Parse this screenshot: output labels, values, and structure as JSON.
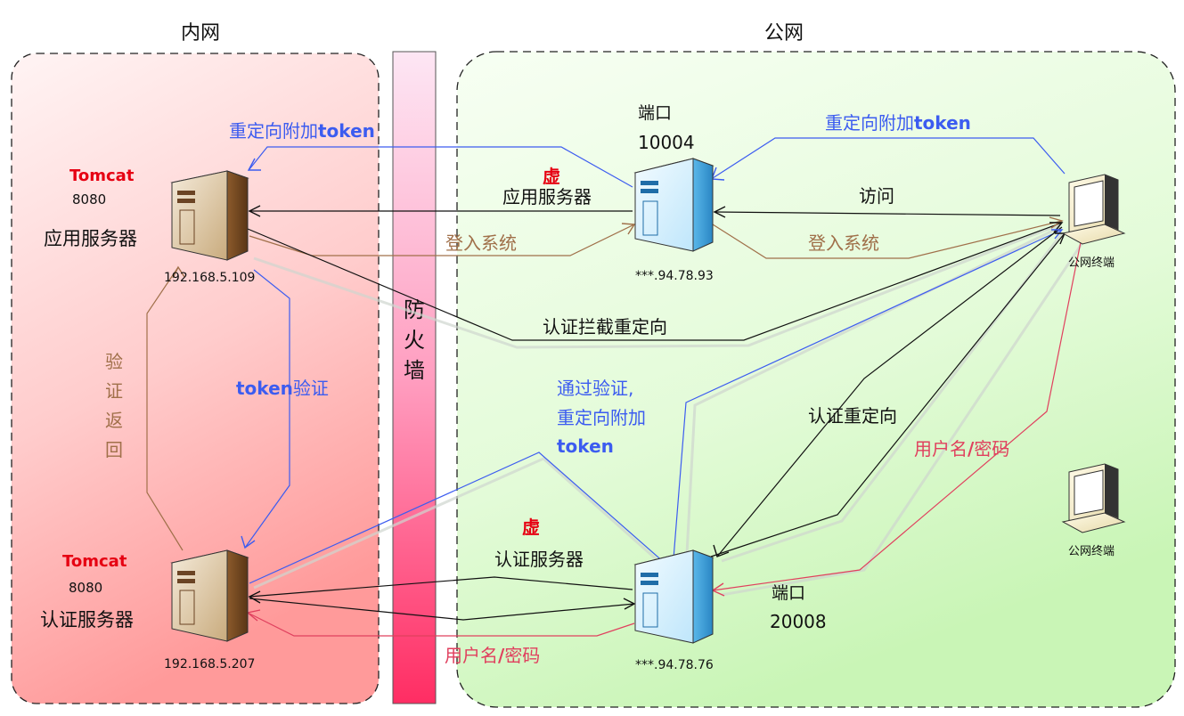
{
  "zones": {
    "internal_title": "内网",
    "public_title": "公网"
  },
  "firewall": {
    "chars": [
      "防",
      "火",
      "墙"
    ]
  },
  "internal": {
    "app_server": {
      "tag": "Tomcat",
      "port": "8080",
      "name": "应用服务器",
      "ip": "192.168.5.109"
    },
    "auth_server": {
      "tag": "Tomcat",
      "port": "8080",
      "name": "认证服务器",
      "ip": "192.168.5.207"
    }
  },
  "public": {
    "virtual_app": {
      "virtual": "虚",
      "name": "应用服务器",
      "port_label": "端口",
      "port": "10004",
      "ip": "***.94.78.93"
    },
    "virtual_auth": {
      "virtual": "虚",
      "name": "认证服务器",
      "port_label": "端口",
      "port": "20008",
      "ip": "***.94.78.76"
    },
    "terminal_1": "公网终端",
    "terminal_2": "公网终端"
  },
  "edge_labels": {
    "redirect_token_left_prefix": "重定向附加",
    "redirect_token_left_suffix": "token",
    "redirect_token_right_prefix": "重定向附加",
    "redirect_token_right_suffix": "token",
    "access": "访问",
    "login_left": "登入系统",
    "login_right": "登入系统",
    "auth_intercept": "认证拦截重定向",
    "auth_redirect": "认证重定向",
    "passed_line1": "通过验证,",
    "passed_line2": "重定向附加",
    "passed_line3": "token",
    "token_verify_prefix": "token",
    "token_verify_suffix": "验证",
    "verify_return": [
      "验",
      "证",
      "返",
      "回"
    ],
    "user_pwd_right": [
      "用户名",
      "/",
      "密码"
    ],
    "user_pwd_bottom": [
      "用户名",
      "/",
      "密码"
    ]
  },
  "colors": {
    "red": "#e60012",
    "blue": "#3c5cf0",
    "brown": "#a0704a",
    "pink": "#e0405e",
    "black": "#111111"
  }
}
